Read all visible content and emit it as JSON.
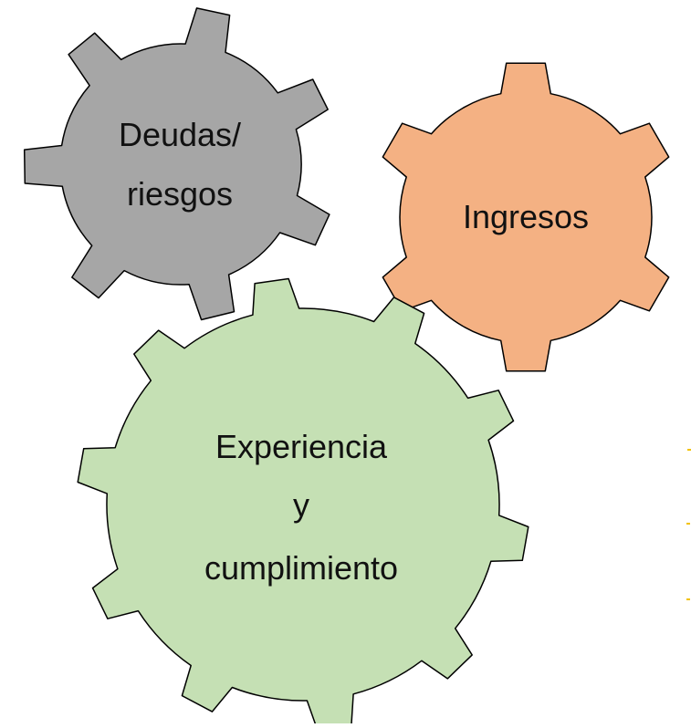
{
  "diagram": {
    "gears": [
      {
        "id": "deudas",
        "lines": [
          "Deudas/",
          "riesgos"
        ],
        "fill": "#a6a6a6",
        "teeth": 7
      },
      {
        "id": "ingresos",
        "lines": [
          "Ingresos"
        ],
        "fill": "#f4b183",
        "teeth": 6
      },
      {
        "id": "experiencia",
        "lines": [
          "Experiencia",
          "y",
          "cumplimiento"
        ],
        "fill": "#c5e0b4",
        "teeth": 10
      }
    ],
    "stroke_color": "#000000",
    "accent_mark_color": "#f2c200"
  }
}
